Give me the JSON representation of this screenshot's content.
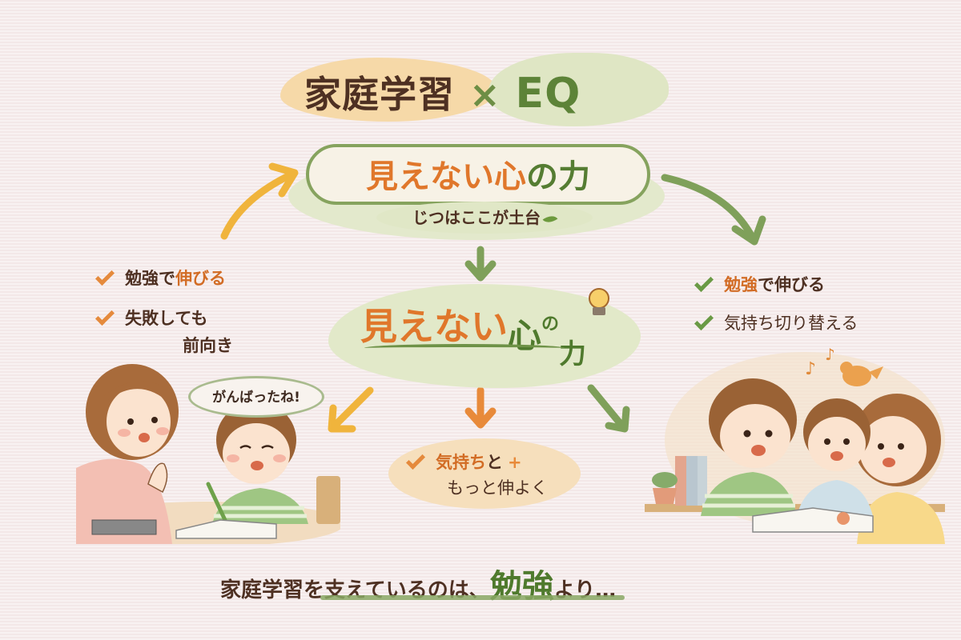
{
  "title": {
    "left": "家庭学習",
    "cross": "×",
    "right": "EQ"
  },
  "top_node": {
    "heading_orange": "見えない心",
    "heading_green": "の力",
    "subtitle": "じつはここが土台",
    "icon": "leaf-icon"
  },
  "center_node": {
    "heading_orange": "見えない",
    "kokoro": "心",
    "no": "の",
    "chikara": "力",
    "icon": "lightbulb-icon"
  },
  "left_list": {
    "items": [
      {
        "prefix": "勉強で",
        "highlight": "伸びる",
        "suffix": ""
      },
      {
        "line1": "失敗しても",
        "line2": "前向き"
      }
    ]
  },
  "right_list": {
    "items": [
      {
        "highlight": "勉強",
        "suffix": "で伸びる"
      },
      {
        "text": "気持ち切り替える"
      }
    ]
  },
  "middle_bubble": {
    "line1_highlight": "気持ち",
    "line1_suffix": "と",
    "line2": "もっと伸よく"
  },
  "left_scene": {
    "speech": "がんばったね!",
    "description": "mother praising child studying at desk"
  },
  "right_scene": {
    "description": "three children reading a book together with bird and music notes"
  },
  "bottom": {
    "prefix": "家庭学習を支えているのは、",
    "emphasis": "勉強",
    "suffix": "より…"
  },
  "colors": {
    "background": "#f6ecec",
    "orange": "#e0772b",
    "green": "#557d32",
    "brown": "#4e3022",
    "arrow_yellow": "#f0b43c",
    "arrow_green": "#7fa05a",
    "arrow_orange": "#e88a3a"
  }
}
